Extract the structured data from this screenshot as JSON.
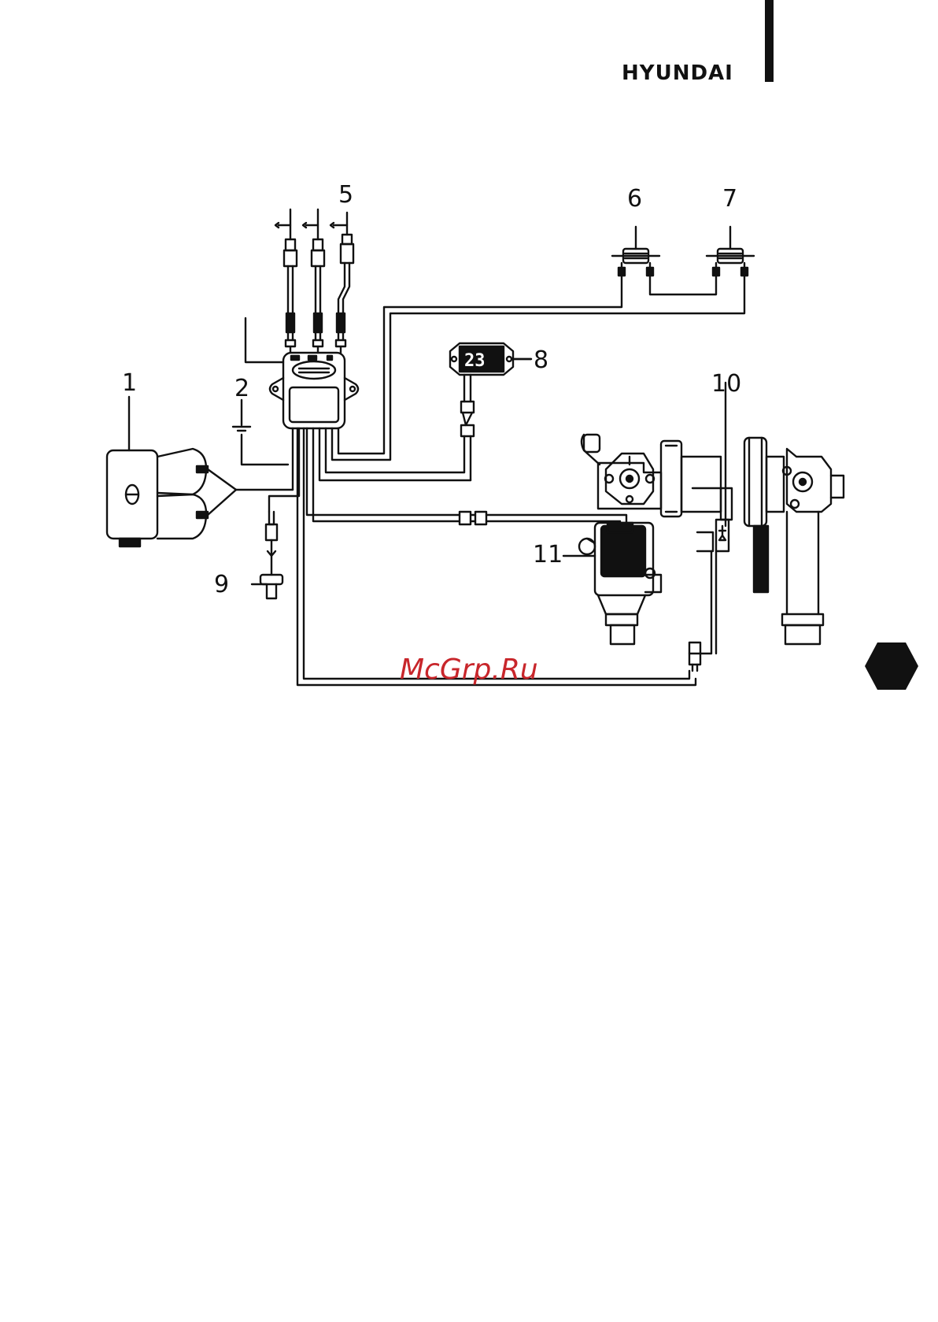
{
  "header": {
    "brand": "HYUNDAI"
  },
  "diagram": {
    "labels": [
      "1",
      "2",
      "5",
      "6",
      "7",
      "8",
      "9",
      "10",
      "11"
    ],
    "display_reading": "23",
    "watermark": "McGrp.Ru"
  },
  "colors": {
    "line": "#111111",
    "watermark": "#c8262b"
  },
  "icons": {
    "page_marker": "hexagon-icon"
  }
}
